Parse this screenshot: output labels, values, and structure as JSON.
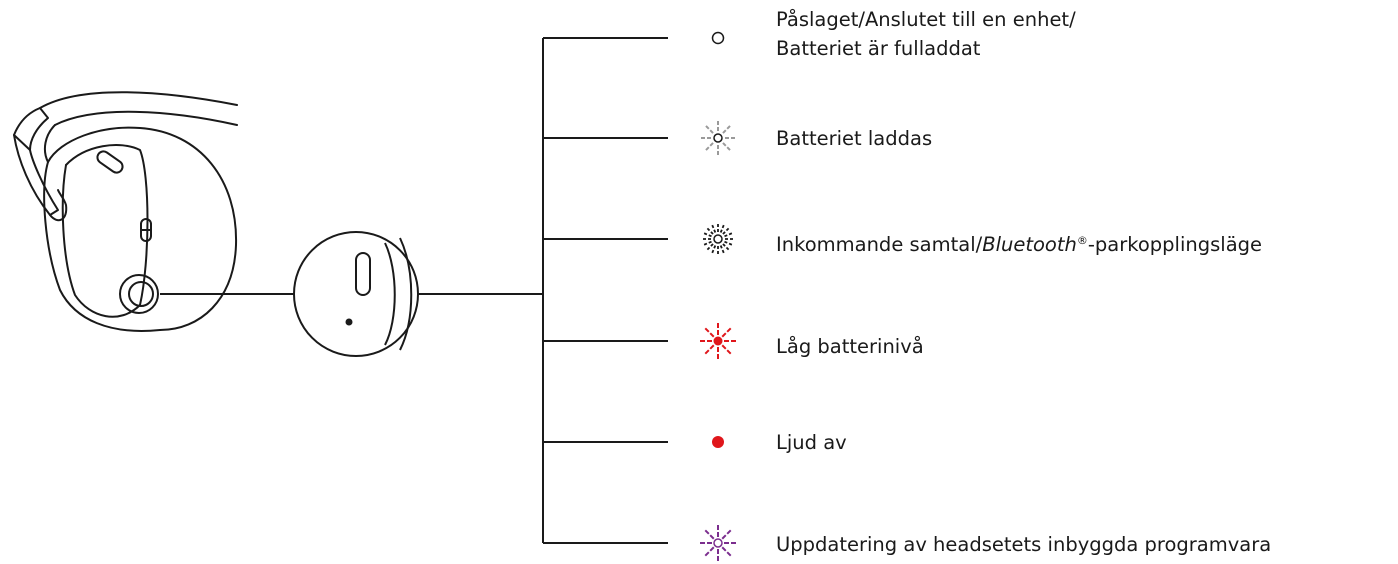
{
  "legend": {
    "items": [
      {
        "id": "on",
        "label_line1": "Påslaget/Anslutet till en enhet/",
        "label_line2": "Batteriet är fulladdat",
        "icon": "led-solid-white-icon",
        "color": "#ffffff"
      },
      {
        "id": "charging",
        "label": "Batteriet laddas",
        "icon": "led-pulsing-white-icon",
        "color": "#9a9a9a"
      },
      {
        "id": "incoming",
        "label_pre": "Inkommande samtal/",
        "label_brand": "Bluetooth",
        "label_reg": "®",
        "label_post": "-parkopplingsläge",
        "icon": "led-fast-blink-white-icon",
        "color": "#1a1a1a"
      },
      {
        "id": "low-battery",
        "label": "Låg batterinivå",
        "icon": "led-blink-red-icon",
        "color": "#e0161b"
      },
      {
        "id": "mute",
        "label": "Ljud av",
        "icon": "led-solid-red-icon",
        "color": "#e0161b"
      },
      {
        "id": "firmware",
        "label": "Uppdatering av headsetets inbyggda programvara",
        "icon": "led-blink-purple-icon",
        "color": "#7b2d8e"
      }
    ]
  }
}
